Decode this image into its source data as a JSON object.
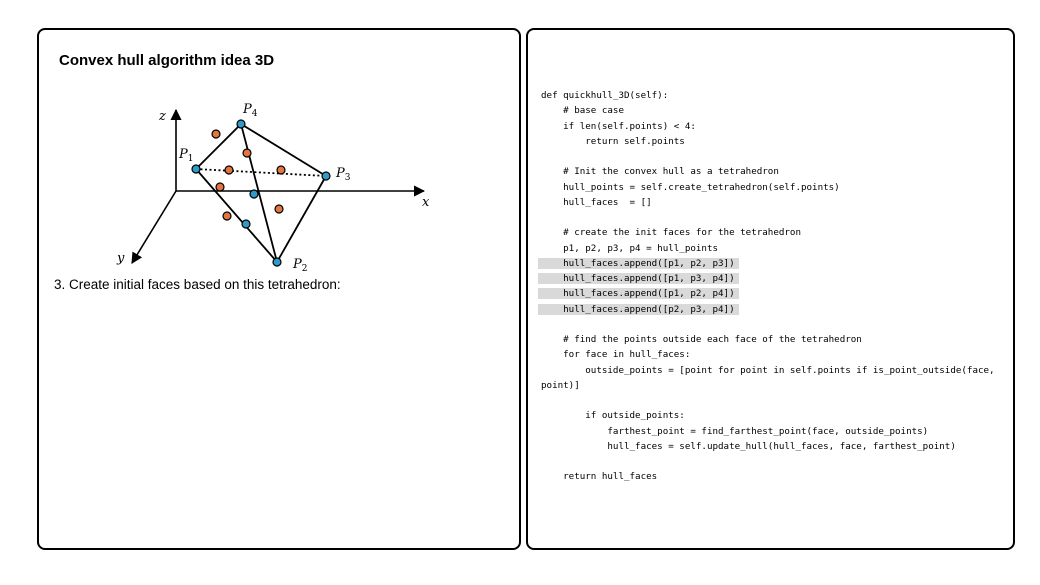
{
  "left": {
    "title": "Convex hull algorithm idea 3D",
    "step_text": "3. Create initial faces based on this tetrahedron:",
    "diagram": {
      "axes": {
        "x": "x",
        "y": "y",
        "z": "z"
      },
      "points": [
        {
          "name": "P",
          "sub": "1"
        },
        {
          "name": "P",
          "sub": "2"
        },
        {
          "name": "P",
          "sub": "3"
        },
        {
          "name": "P",
          "sub": "4"
        }
      ],
      "colors": {
        "hull_point": "#2e9bc9",
        "interior_point": "#e1763f",
        "stroke": "#000000"
      }
    }
  },
  "right": {
    "code_lines": [
      {
        "text": "def quickhull_3D(self):",
        "highlight": false
      },
      {
        "text": "    # base case",
        "highlight": false
      },
      {
        "text": "    if len(self.points) < 4:",
        "highlight": false
      },
      {
        "text": "        return self.points",
        "highlight": false
      },
      {
        "text": "",
        "highlight": false
      },
      {
        "text": "    # Init the convex hull as a tetrahedron",
        "highlight": false
      },
      {
        "text": "    hull_points = self.create_tetrahedron(self.points)",
        "highlight": false
      },
      {
        "text": "    hull_faces  = []",
        "highlight": false
      },
      {
        "text": "",
        "highlight": false
      },
      {
        "text": "    # create the init faces for the tetrahedron",
        "highlight": false
      },
      {
        "text": "    p1, p2, p3, p4 = hull_points",
        "highlight": false
      },
      {
        "text": "    hull_faces.append([p1, p2, p3])",
        "highlight": true
      },
      {
        "text": "    hull_faces.append([p1, p3, p4])",
        "highlight": true
      },
      {
        "text": "    hull_faces.append([p1, p2, p4])",
        "highlight": true
      },
      {
        "text": "    hull_faces.append([p2, p3, p4])",
        "highlight": true
      },
      {
        "text": "",
        "highlight": false
      },
      {
        "text": "    # find the points outside each face of the tetrahedron",
        "highlight": false
      },
      {
        "text": "    for face in hull_faces:",
        "highlight": false
      },
      {
        "text": "        outside_points = [point for point in self.points if is_point_outside(face,",
        "highlight": false
      },
      {
        "text": "point)]",
        "highlight": false
      },
      {
        "text": "",
        "highlight": false
      },
      {
        "text": "        if outside_points:",
        "highlight": false
      },
      {
        "text": "            farthest_point = find_farthest_point(face, outside_points)",
        "highlight": false
      },
      {
        "text": "            hull_faces = self.update_hull(hull_faces, face, farthest_point)",
        "highlight": false
      },
      {
        "text": "",
        "highlight": false
      },
      {
        "text": "    return hull_faces",
        "highlight": false
      }
    ]
  }
}
